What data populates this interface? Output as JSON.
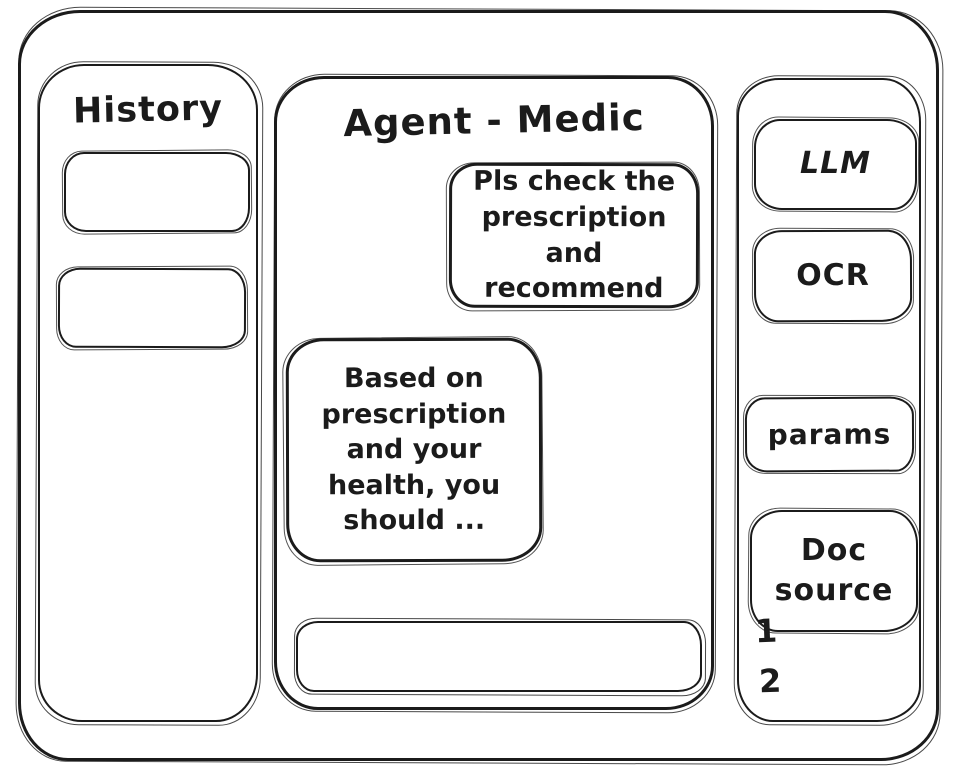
{
  "app": {
    "frame_color": "#1b1b1b",
    "background_color": "#ffffff"
  },
  "history": {
    "title": "History",
    "items": [
      {
        "label": ""
      },
      {
        "label": ""
      }
    ]
  },
  "chat": {
    "title": "Agent - Medic",
    "messages": [
      {
        "role": "user",
        "text": "Pls check the prescription and recommend"
      },
      {
        "role": "assistant",
        "text": "Based on prescription and your health, you should ..."
      }
    ],
    "input": {
      "value": "",
      "placeholder": ""
    }
  },
  "tools": {
    "items": [
      {
        "label": "LLM"
      },
      {
        "label": "OCR"
      },
      {
        "label": "params"
      },
      {
        "label": "Doc source"
      }
    ],
    "doc_source_numbers": [
      "1",
      "2"
    ]
  }
}
